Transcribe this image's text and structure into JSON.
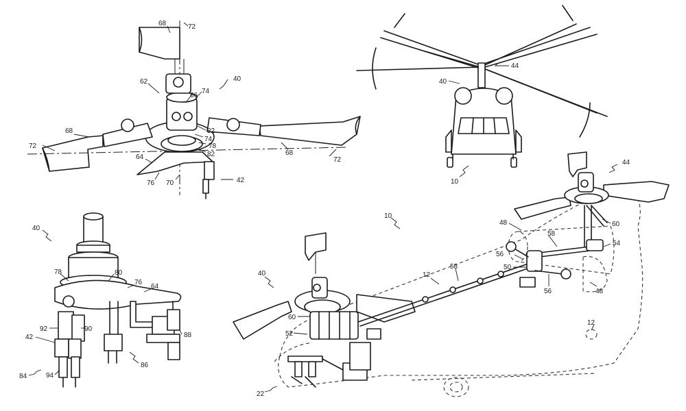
{
  "labels": {
    "l68a": "68",
    "l72a": "72",
    "l62": "62",
    "l40a": "40",
    "l66": "66",
    "l74a": "74",
    "l68b": "68",
    "l72b": "72",
    "l82a": "82",
    "l74b": "74",
    "l78a": "78",
    "l82b": "82",
    "l64a": "64",
    "l76a": "76",
    "l70": "70",
    "l42a": "42",
    "l68c": "68",
    "l72c": "72",
    "l40b": "40",
    "l44a": "44",
    "l10a": "10",
    "l40c": "40",
    "l78b": "78",
    "l80": "80",
    "l76b": "76",
    "l64b": "64",
    "l92": "92",
    "l90": "90",
    "l42b": "42",
    "l88": "88",
    "l86": "86",
    "l84": "84",
    "l94": "94",
    "l10b": "10",
    "l44b": "44",
    "l48a": "48",
    "l60a": "60",
    "l58a": "58",
    "l54": "54",
    "l56a": "56",
    "l50": "50",
    "l56b": "56",
    "l48b": "48",
    "l12a": "12",
    "l58b": "58",
    "l40d": "40",
    "l60b": "60",
    "l52": "52",
    "l12b": "12",
    "l22": "22"
  }
}
